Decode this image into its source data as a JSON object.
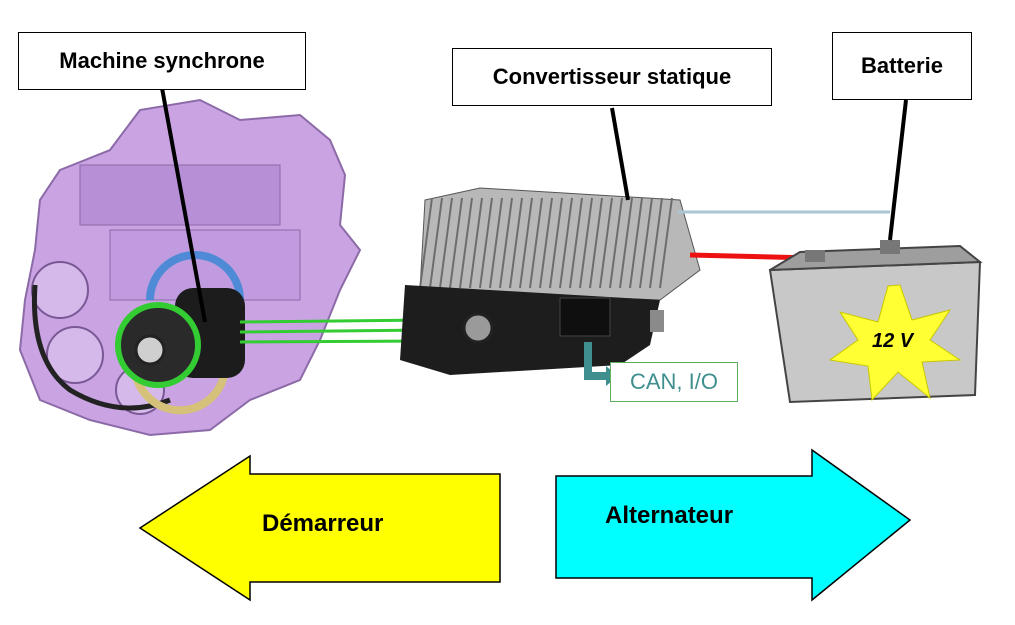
{
  "labels": {
    "machine": "Machine synchrone",
    "converter": "Convertisseur statique",
    "battery": "Batterie",
    "can": "CAN, I/O",
    "voltage": "12 V"
  },
  "arrows": {
    "left": {
      "text": "Démarreur",
      "color": "#ffff00"
    },
    "right": {
      "text": "Alternateur",
      "color": "#00ffff"
    }
  },
  "colors": {
    "engine": "#c9a3e2",
    "wire_green": "#33cc33",
    "wire_red": "#ee1111",
    "wire_blue": "#a9c6d3",
    "heatsink": "#a8a8a8",
    "battery": "#c8c8c8",
    "star": "#ffff33"
  }
}
